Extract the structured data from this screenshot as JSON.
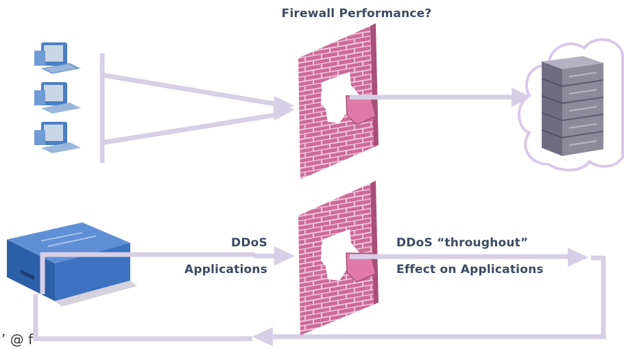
{
  "title": "Firewall Performance?",
  "bottom": {
    "left_labels": [
      "DDoS",
      "Applications"
    ],
    "right_labels": [
      "DDoS “throughout”",
      "Effect on Applications"
    ]
  },
  "corner_text": "’ @ f",
  "colors": {
    "arrow": "#d7cfe6",
    "firewall_brick": "#cc6b98",
    "firewall_mortar": "#f0c6da",
    "text": "#3d4a63",
    "server_gray": "#8d8a9c",
    "cloud_outline": "#d8c8e8",
    "client_blue": "#4a7fc4",
    "appliance_blue": "#3c72c0"
  },
  "icons": {
    "clients": [
      "desktop-computer-icon",
      "desktop-computer-icon",
      "desktop-computer-icon"
    ],
    "firewall": "brick-firewall-icon",
    "server": "server-rack-icon",
    "cloud": "cloud-icon",
    "tester": "test-appliance-icon"
  }
}
